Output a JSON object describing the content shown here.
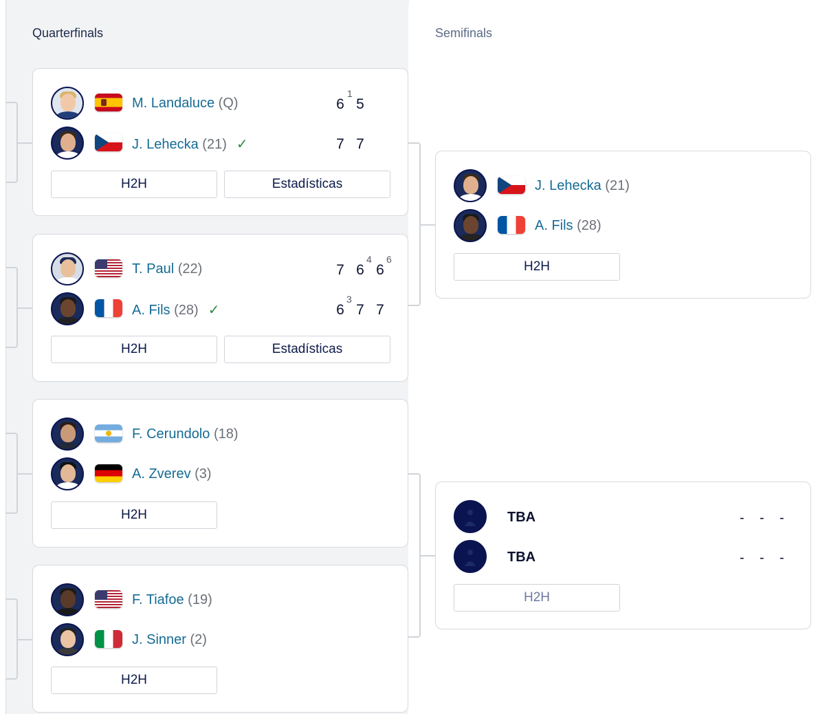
{
  "rounds": {
    "quarterfinals": "Quarterfinals",
    "semifinals": "Semifinals"
  },
  "buttons": {
    "h2h": "H2H",
    "stats": "Estadísticas"
  },
  "quarterfinals": [
    {
      "players": [
        {
          "name": "M. Landaluce",
          "seed": "(Q)",
          "flag": "spain-flag",
          "winner": false,
          "scores": [
            "6",
            "5"
          ],
          "tiebreaks": [
            "1",
            ""
          ]
        },
        {
          "name": "J. Lehecka",
          "seed": "(21)",
          "flag": "czech-flag",
          "winner": true,
          "scores": [
            "7",
            "7"
          ],
          "tiebreaks": [
            "",
            ""
          ]
        }
      ]
    },
    {
      "players": [
        {
          "name": "T. Paul",
          "seed": "(22)",
          "flag": "usa-flag",
          "winner": false,
          "scores": [
            "7",
            "6",
            "6"
          ],
          "tiebreaks": [
            "",
            "4",
            "6"
          ]
        },
        {
          "name": "A. Fils",
          "seed": "(28)",
          "flag": "france-flag",
          "winner": true,
          "scores": [
            "6",
            "7",
            "7"
          ],
          "tiebreaks": [
            "3",
            "",
            ""
          ]
        }
      ]
    },
    {
      "players": [
        {
          "name": "F. Cerundolo",
          "seed": "(18)",
          "flag": "argentina-flag"
        },
        {
          "name": "A. Zverev",
          "seed": "(3)",
          "flag": "germany-flag"
        }
      ]
    },
    {
      "players": [
        {
          "name": "F. Tiafoe",
          "seed": "(19)",
          "flag": "usa-flag"
        },
        {
          "name": "J. Sinner",
          "seed": "(2)",
          "flag": "italy-flag"
        }
      ]
    }
  ],
  "semifinals": [
    {
      "players": [
        {
          "name": "J. Lehecka",
          "seed": "(21)",
          "flag": "czech-flag"
        },
        {
          "name": "A. Fils",
          "seed": "(28)",
          "flag": "france-flag"
        }
      ]
    },
    {
      "players": [
        {
          "name": "TBA",
          "scores": [
            "-",
            "-",
            "-"
          ]
        },
        {
          "name": "TBA",
          "scores": [
            "-",
            "-",
            "-"
          ]
        }
      ]
    }
  ]
}
